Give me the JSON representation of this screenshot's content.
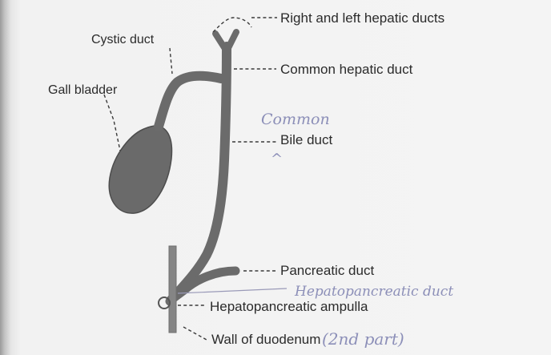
{
  "labels": {
    "hepatic_ducts": "Right and left hepatic ducts",
    "cystic_duct": "Cystic duct",
    "common_hepatic": "Common hepatic duct",
    "gall_bladder": "Gall bladder",
    "bile_duct": "Bile duct",
    "pancreatic_duct": "Pancreatic duct",
    "ampulla": "Hepatopancreatic ampulla",
    "duodenum_wall": "Wall of duodenum"
  },
  "handwritten": {
    "common": "Common",
    "caret": "^",
    "hepatopancreatic_duct": "Hepatopancreatic duct",
    "second_part": "(2nd part)"
  },
  "colors": {
    "duct": "#6b6b6b",
    "gall_bladder": "#6a6a6a",
    "text": "#2b2b2b",
    "handwriting": "#8c8fb8"
  }
}
